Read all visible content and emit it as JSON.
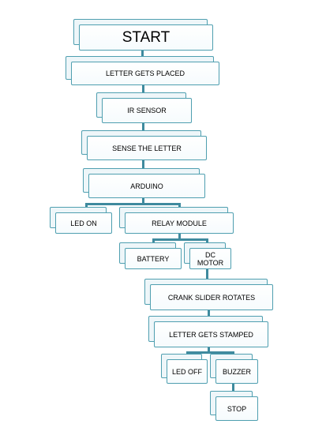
{
  "diagram": {
    "colors": {
      "border": "#4f9fb0",
      "connector": "#3f8a9e",
      "box_fill": "#ffffff",
      "shadow_fill": "#eef6f9"
    },
    "nodes": {
      "start": "START",
      "letter_placed": "LETTER GETS PLACED",
      "ir_sensor": "IR SENSOR",
      "sense_letter": "SENSE THE LETTER",
      "arduino": "ARDUINO",
      "led_on": "LED ON",
      "relay_module": "RELAY MODULE",
      "battery": "BATTERY",
      "dc_motor": "DC\nMOTOR",
      "crank_slider": "CRANK SLIDER ROTATES",
      "letter_stamped": "LETTER GETS STAMPED",
      "led_off": "LED OFF",
      "buzzer": "BUZZER",
      "stop": "STOP"
    }
  }
}
